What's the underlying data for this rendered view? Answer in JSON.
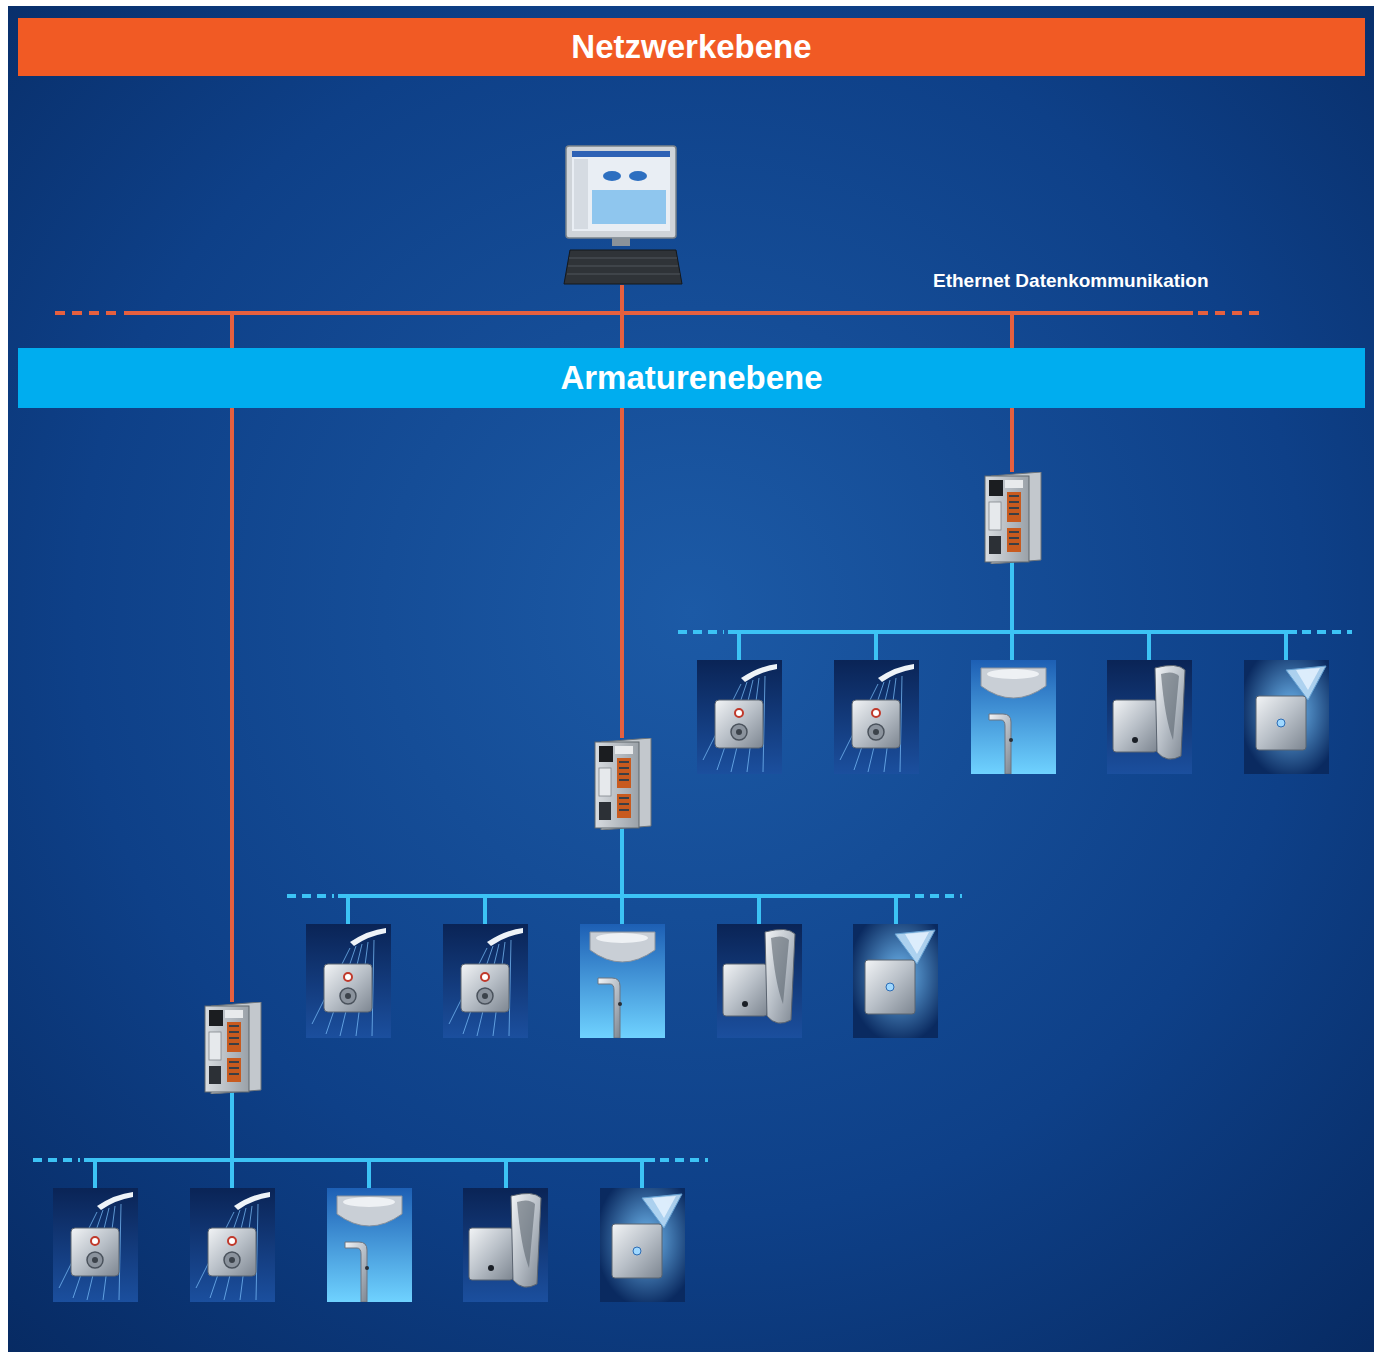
{
  "diagram": {
    "nodes": [
      {
        "text": [
          "Netzwerkebene"
        ]
      },
      {
        "text": [
          "Armaturenebene"
        ]
      }
    ],
    "labels": [
      "Ethernet Datenkommunikation"
    ]
  }
}
